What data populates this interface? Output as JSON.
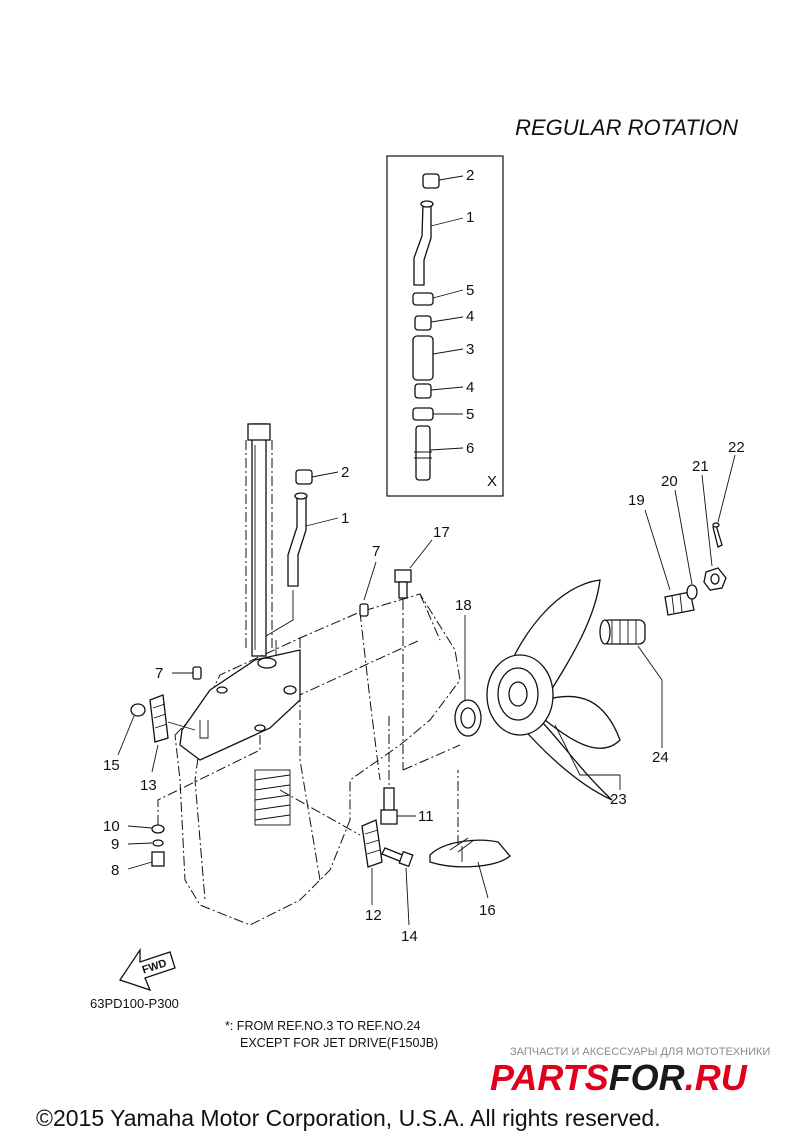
{
  "title": "REGULAR ROTATION",
  "inset_marker": "X",
  "diagram_code": "63PD100-P300",
  "fwd_label": "FWD",
  "note_line1": "*: FROM REF.NO.3 TO REF.NO.24",
  "note_line2": "EXCEPT FOR JET DRIVE(F150JB)",
  "copyright": "©2015 Yamaha Motor Corporation, U.S.A. All rights reserved.",
  "watermark": {
    "tagline": "ЗАПЧАСТИ И АКСЕССУАРЫ ДЛЯ МОТОТЕХНИКИ",
    "brand_part1": "PARTS",
    "brand_part2": "FOR",
    "brand_part3": ".RU",
    "colors": {
      "red": "#e0001b",
      "black": "#1a1a1a"
    }
  },
  "callouts": {
    "inset_2": "2",
    "inset_1": "1",
    "inset_5a": "5",
    "inset_4a": "4",
    "inset_3": "3",
    "inset_4b": "4",
    "inset_5b": "5",
    "inset_6": "6",
    "main_2": "2",
    "main_1": "1",
    "c7a": "7",
    "c7b": "7",
    "c17": "17",
    "c18": "18",
    "c19": "19",
    "c20": "20",
    "c21": "21",
    "c22": "22",
    "c24": "24",
    "c23": "23",
    "c15": "15",
    "c13": "13",
    "c10": "10",
    "c9": "9",
    "c8": "8",
    "c11": "11",
    "c12": "12",
    "c14": "14",
    "c16": "16"
  }
}
